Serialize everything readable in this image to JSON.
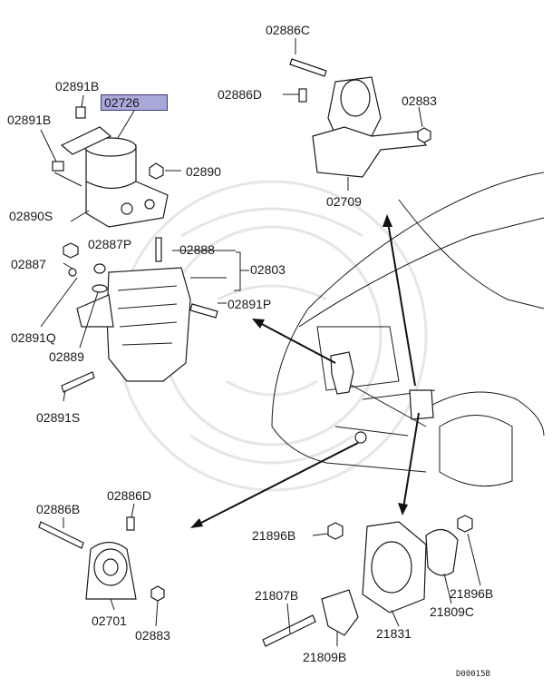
{
  "labels": {
    "l_02886C_top": "02886C",
    "l_02891B_a": "02891B",
    "l_02726": "02726",
    "l_02886D_top": "02886D",
    "l_02883_top": "02883",
    "l_02891B_b": "02891B",
    "l_02890": "02890",
    "l_02709": "02709",
    "l_02890S": "02890S",
    "l_02887P": "02887P",
    "l_02888": "02888",
    "l_02887": "02887",
    "l_02803": "02803",
    "l_02891P": "02891P",
    "l_02891Q": "02891Q",
    "l_02889": "02889",
    "l_02891S": "02891S",
    "l_02886B": "02886B",
    "l_02886D_bot": "02886D",
    "l_21896B_a": "21896B",
    "l_02701": "02701",
    "l_02883_bot": "02883",
    "l_21807B": "21807B",
    "l_21831": "21831",
    "l_21809C": "21809C",
    "l_21896B_b": "21896B",
    "l_21809B": "21809B"
  },
  "highlighted_part": "02726",
  "figure_code": "D00015B",
  "colors": {
    "highlight": "#a9a9d9",
    "line": "#1a1a1a",
    "watermark": "#e6e6e6"
  }
}
